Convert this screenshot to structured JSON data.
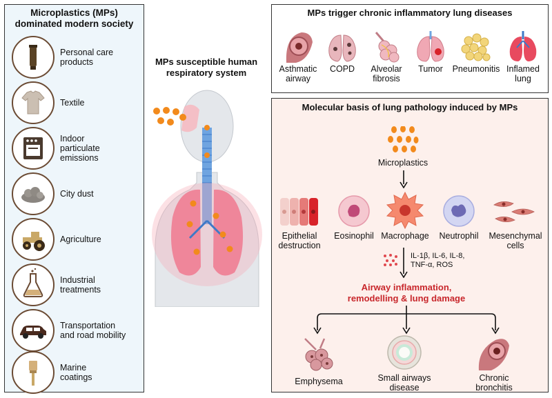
{
  "left_panel": {
    "title": "Microplastics (MPs)\ndominated modern society",
    "items": [
      {
        "label": "Personal care\nproducts",
        "icon": "tube-icon"
      },
      {
        "label": "Textile",
        "icon": "tshirt-icon"
      },
      {
        "label": "Indoor\nparticulate\nemissions",
        "icon": "oven-icon"
      },
      {
        "label": "City dust",
        "icon": "dust-icon"
      },
      {
        "label": "Agriculture",
        "icon": "tractor-icon"
      },
      {
        "label": "Industrial\ntreatments",
        "icon": "flask-icon"
      },
      {
        "label": "Transportation\nand road mobility",
        "icon": "car-icon"
      },
      {
        "label": "Marine\ncoatings",
        "icon": "brush-icon"
      }
    ]
  },
  "middle": {
    "title": "MPs susceptible human\nrespiratory system"
  },
  "top_right": {
    "title": "MPs trigger chronic inflammatory lung diseases",
    "diseases": [
      {
        "label": "Asthmatic\nairway"
      },
      {
        "label": "COPD"
      },
      {
        "label": "Alveolar\nfibrosis"
      },
      {
        "label": "Tumor"
      },
      {
        "label": "Pneumonitis"
      },
      {
        "label": "Inflamed\nlung"
      }
    ]
  },
  "bottom_right": {
    "title": "Molecular basis of lung pathology induced by MPs",
    "microplastics_label": "Microplastics",
    "cells": [
      {
        "label": "Epithelial\ndestruction"
      },
      {
        "label": "Eosinophil"
      },
      {
        "label": "Macrophage"
      },
      {
        "label": "Neutrophil"
      },
      {
        "label": "Mesenchymal\ncells"
      }
    ],
    "cytokines": "IL-1β, IL-6, IL-8,\nTNF-α, ROS",
    "inflammation": "Airway inflammation,\nremodelling & lung damage",
    "outcomes": [
      {
        "label": "Emphysema"
      },
      {
        "label": "Small airways\ndisease"
      },
      {
        "label": "Chronic\nbronchitis"
      }
    ]
  },
  "colors": {
    "particle": "#f28a1c",
    "inflammation_text": "#c8262b",
    "left_bg": "#eef6fb",
    "right_bg": "#fdf0ec",
    "icon_border": "#6b4b34"
  }
}
